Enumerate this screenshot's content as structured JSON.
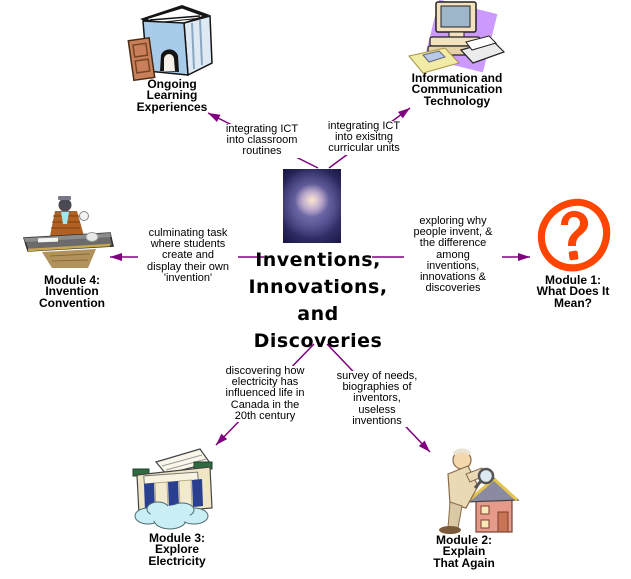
{
  "diagram": {
    "type": "concept-map",
    "background": "#FFFFFF"
  },
  "center": {
    "icon": "spiral-galaxy-image",
    "title_lines": [
      "Inventions,",
      "Innovations,",
      "and",
      "Discoveries"
    ]
  },
  "nodes": {
    "ongoing": {
      "icon": "book-schoolhouse-clipart",
      "lines": [
        "Ongoing",
        "Learning",
        "Experiences"
      ]
    },
    "ict": {
      "icon": "computer-printer-clipart",
      "lines": [
        "Information and",
        "Communication",
        "Technology"
      ]
    },
    "module1": {
      "icon": "question-mark-icon",
      "lines": [
        "Module 1:",
        "What Does It",
        "Mean?"
      ]
    },
    "module2": {
      "icon": "man-magnifier-house-clipart",
      "lines": [
        "Module 2:",
        "Explain",
        "That Again"
      ]
    },
    "module3": {
      "icon": "hydro-dam-clipart",
      "lines": [
        "Module 3:",
        "Explore",
        "Electricity"
      ]
    },
    "module4": {
      "icon": "inventor-workbench-clipart",
      "lines": [
        "Module 4:",
        "Invention",
        "Convention"
      ]
    }
  },
  "links": {
    "to_ongoing": {
      "lines": [
        "integrating ICT",
        "into classroom",
        "routines"
      ]
    },
    "to_ict": {
      "lines": [
        "integrating ICT",
        "into exisitng",
        "curricular units"
      ]
    },
    "to_module1": {
      "lines": [
        "exploring why",
        "people invent, &",
        "the difference",
        "among",
        "inventions,",
        "innovations &",
        "discoveries"
      ]
    },
    "to_module2": {
      "lines": [
        "survey of needs,",
        "biographies of",
        "inventors,",
        "useless",
        "inventions"
      ]
    },
    "to_module3": {
      "lines": [
        "discovering how",
        "electricity has",
        "influenced life in",
        "Canada in the",
        "20th century"
      ]
    },
    "to_module4": {
      "lines": [
        "culminating task",
        "where students",
        "create and",
        "display their own",
        "'invention'"
      ]
    }
  },
  "colors": {
    "link_arrow": "#800080",
    "question_mark": "#FF4500",
    "text": "#000000"
  }
}
